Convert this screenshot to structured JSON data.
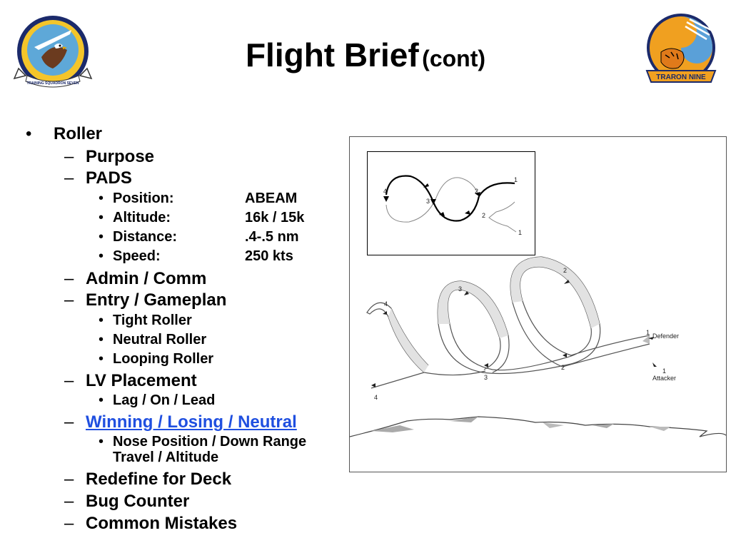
{
  "slide": {
    "title_main": "Flight Brief",
    "title_sub": "(cont)"
  },
  "logos": {
    "left_text": "TRAINING SQUADRON SEVEN",
    "right_text": "TRARON NINE"
  },
  "bullets": {
    "roller": "Roller",
    "purpose": "Purpose",
    "pads": "PADS",
    "pads_items": [
      {
        "label": "Position:",
        "value": "ABEAM"
      },
      {
        "label": "Altitude:",
        "value": "16k / 15k"
      },
      {
        "label": "Distance:",
        "value": ".4-.5 nm"
      },
      {
        "label": "Speed:",
        "value": "250 kts"
      }
    ],
    "admin": "Admin / Comm",
    "entry": "Entry / Gameplan",
    "entry_items": [
      "Tight Roller",
      "Neutral Roller",
      "Looping Roller"
    ],
    "lv": "LV Placement",
    "lv_items": [
      "Lag / On / Lead"
    ],
    "winning": "Winning / Losing / Neutral",
    "winning_line1": "Nose Position / Down Range",
    "winning_line2": "Travel / Altitude",
    "redefine": "Redefine for Deck",
    "bug": "Bug Counter",
    "mistakes": "Common Mistakes"
  },
  "diagram": {
    "defender_label": "Defender",
    "attacker_label": "Attacker",
    "point_labels": [
      "1",
      "2",
      "3",
      "4"
    ]
  }
}
